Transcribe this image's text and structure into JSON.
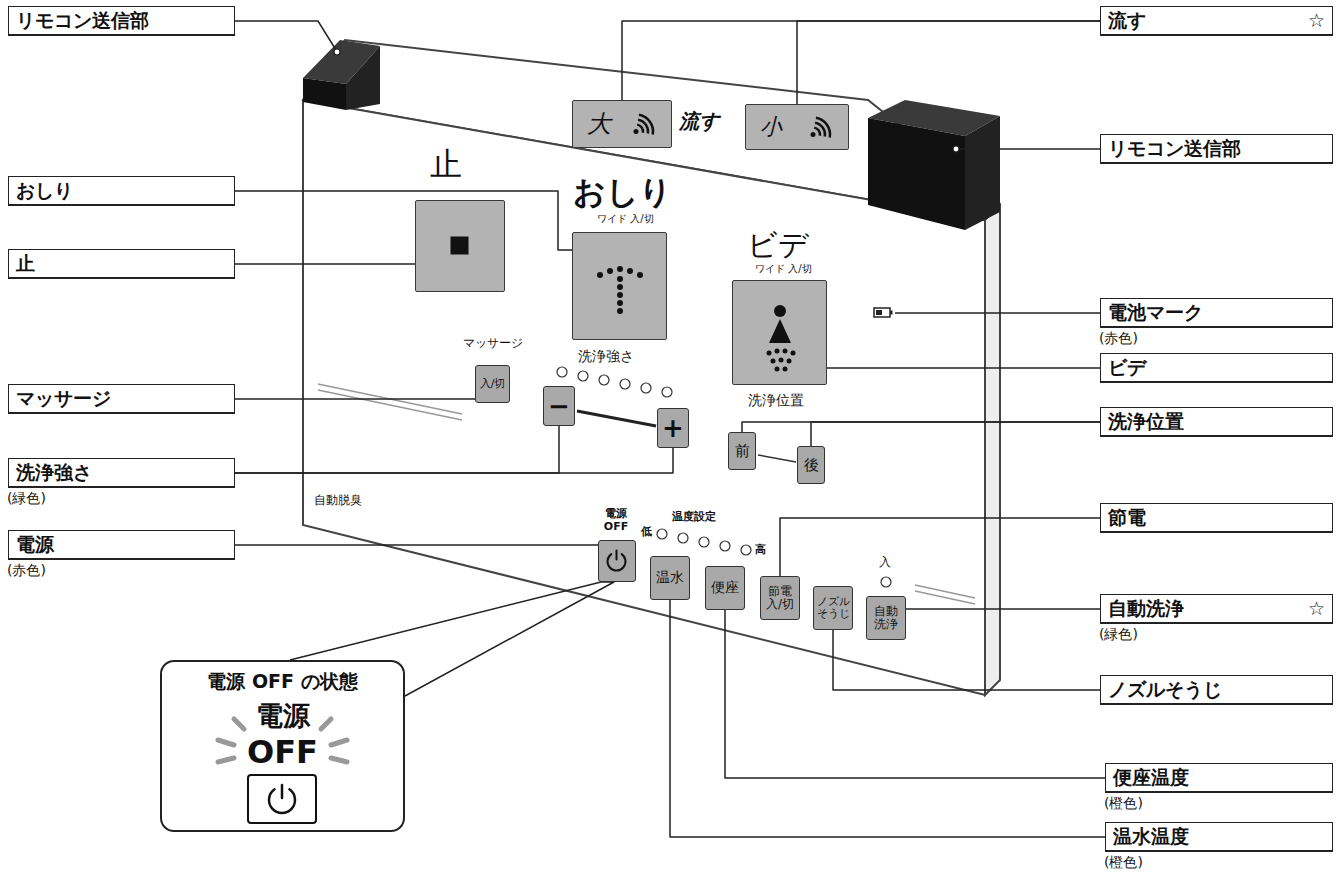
{
  "diagram": {
    "nodes": [
      {
        "text": [
          "リモコン送信部"
        ]
      },
      {
        "text": [
          "流す",
          "☆"
        ]
      },
      {
        "text": [
          "リモコン送信部"
        ]
      },
      {
        "text": [
          "おしり"
        ]
      },
      {
        "text": [
          "止"
        ]
      },
      {
        "text": [
          "電池マーク",
          "(赤色)"
        ]
      },
      {
        "text": [
          "ビデ"
        ]
      },
      {
        "text": [
          "マッサージ"
        ]
      },
      {
        "text": [
          "洗浄位置"
        ]
      },
      {
        "text": [
          "洗浄強さ",
          "(緑色)"
        ]
      },
      {
        "text": [
          "電源",
          "(赤色)"
        ]
      },
      {
        "text": [
          "節電"
        ]
      },
      {
        "text": [
          "自動洗浄",
          "☆",
          "(緑色)"
        ]
      },
      {
        "text": [
          "ノズルそうじ"
        ]
      },
      {
        "text": [
          "便座温度",
          "(橙色)"
        ]
      },
      {
        "text": [
          "温水温度",
          "(橙色)"
        ]
      },
      {
        "text": [
          "電源 OFF の状態",
          "電源",
          "OFF"
        ]
      },
      {
        "text": [
          "大"
        ]
      },
      {
        "text": [
          "小"
        ]
      },
      {
        "text": [
          "止"
        ]
      },
      {
        "text": [
          "おしり",
          "ワイド 入/切"
        ]
      },
      {
        "text": [
          "ビデ",
          "ワイド 入/切"
        ]
      },
      {
        "text": [
          "マッサージ",
          "入/切"
        ]
      },
      {
        "text": [
          "−"
        ]
      },
      {
        "text": [
          "+"
        ]
      },
      {
        "text": [
          "前"
        ]
      },
      {
        "text": [
          "後"
        ]
      },
      {
        "text": [
          "電源 OFF"
        ]
      },
      {
        "text": [
          "温水"
        ]
      },
      {
        "text": [
          "便座"
        ]
      },
      {
        "text": [
          "節電 入/切"
        ]
      },
      {
        "text": [
          "ノズル そうじ"
        ]
      },
      {
        "text": [
          "自動 洗浄"
        ]
      }
    ],
    "edges": [
      {
        "from": 1,
        "to": 17,
        "arrow": "none"
      },
      {
        "from": 1,
        "to": 18,
        "arrow": "none"
      },
      {
        "from": 3,
        "to": 20,
        "arrow": "none"
      },
      {
        "from": 4,
        "to": 19,
        "arrow": "none"
      },
      {
        "from": 6,
        "to": 21,
        "arrow": "none"
      },
      {
        "from": 7,
        "to": 22,
        "arrow": "none"
      },
      {
        "from": 8,
        "to": 25,
        "arrow": "none"
      },
      {
        "from": 8,
        "to": 26,
        "arrow": "none"
      },
      {
        "from": 9,
        "to": 23,
        "arrow": "none"
      },
      {
        "from": 9,
        "to": 24,
        "arrow": "none"
      },
      {
        "from": 10,
        "to": 27,
        "arrow": "none"
      },
      {
        "from": 11,
        "to": 30,
        "arrow": "none"
      },
      {
        "from": 12,
        "to": 32,
        "arrow": "none"
      },
      {
        "from": 13,
        "to": 31,
        "arrow": "none"
      },
      {
        "from": 14,
        "to": 29,
        "arrow": "none"
      },
      {
        "from": 15,
        "to": 28,
        "arrow": "none"
      },
      {
        "from": 27,
        "to": 16,
        "arrow": "none"
      }
    ],
    "labels": [
      "流す",
      "洗浄強さ",
      "洗浄位置",
      "自動脱臭",
      "低",
      "温度設定",
      "高",
      "入"
    ]
  }
}
